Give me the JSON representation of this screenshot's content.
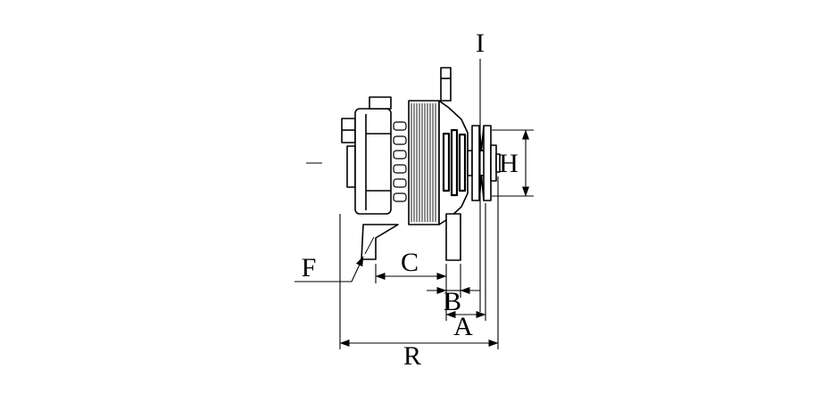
{
  "colors": {
    "background": "#ffffff",
    "line": "#000000"
  },
  "dimension_labels": {
    "i": "I",
    "h": "H",
    "f": "F",
    "c": "C",
    "b": "B",
    "a": "A",
    "r": "R"
  }
}
